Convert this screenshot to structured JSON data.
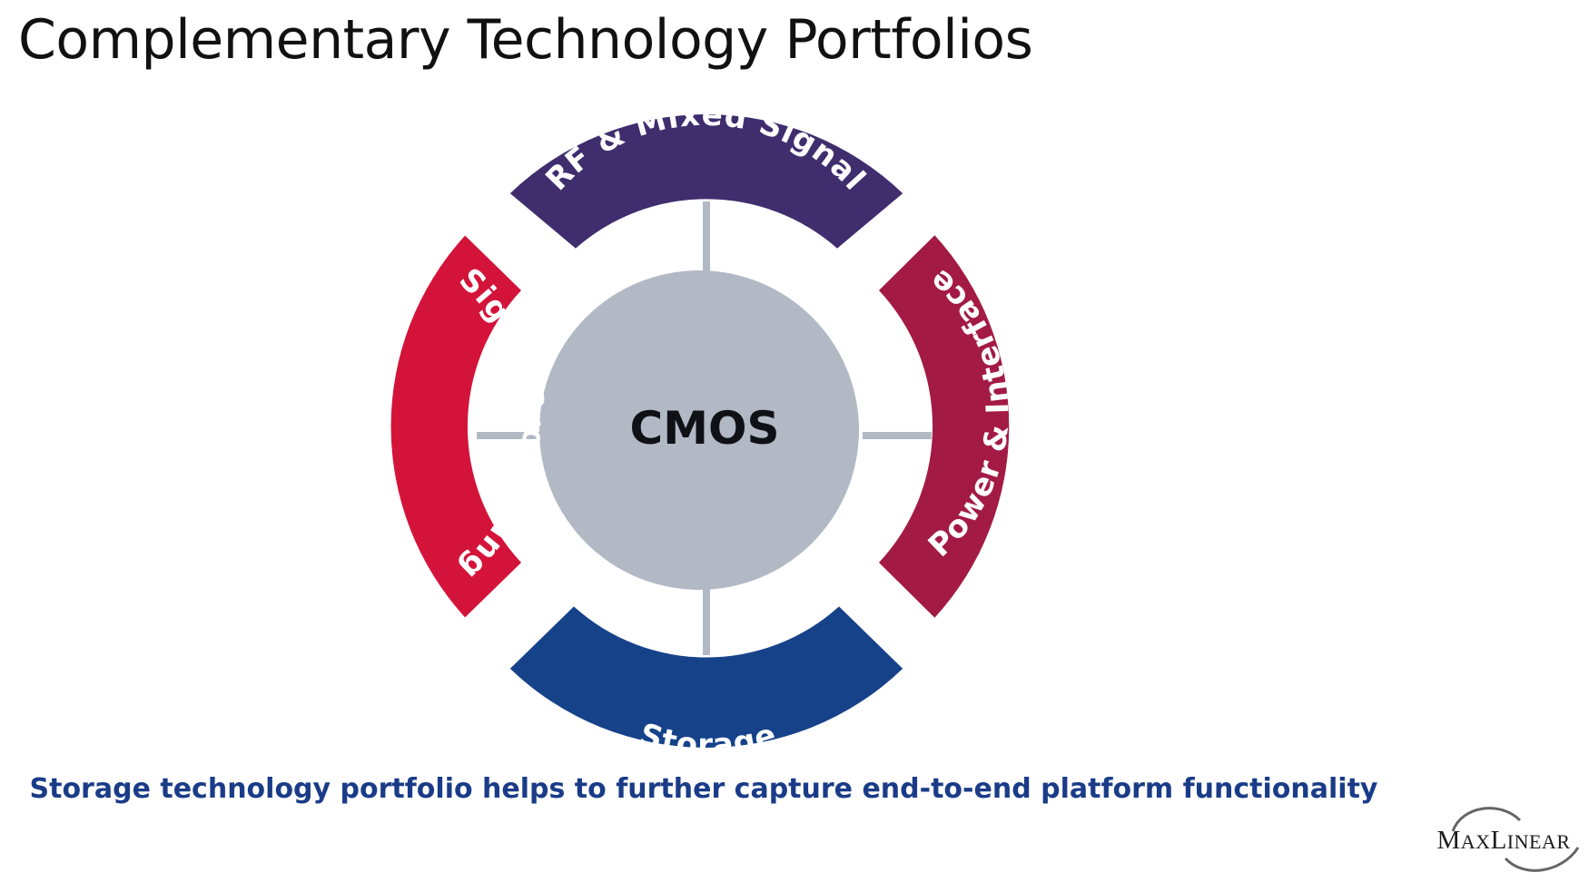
{
  "slide": {
    "title": "Complementary Technology Portfolios",
    "subtitle": "Storage technology portfolio helps to further capture end-to-end platform functionality"
  },
  "diagram": {
    "core": {
      "label": "CMOS",
      "color": "#b2b9c5"
    },
    "connector_color": "#b2b9c5",
    "segments": [
      {
        "id": "top",
        "label": "RF & Mixed Signal",
        "color": "#3f2d6e"
      },
      {
        "id": "right",
        "label": "Power & Interface",
        "color": "#a31a45"
      },
      {
        "id": "bottom",
        "label": "Storage",
        "color": "#16428a"
      },
      {
        "id": "left",
        "label": "Signal Processing",
        "color": "#d4133a"
      }
    ]
  },
  "logo": {
    "text_first": "M",
    "text_small_1": "AX",
    "text_mid": "L",
    "text_small_2": "INEAR"
  }
}
